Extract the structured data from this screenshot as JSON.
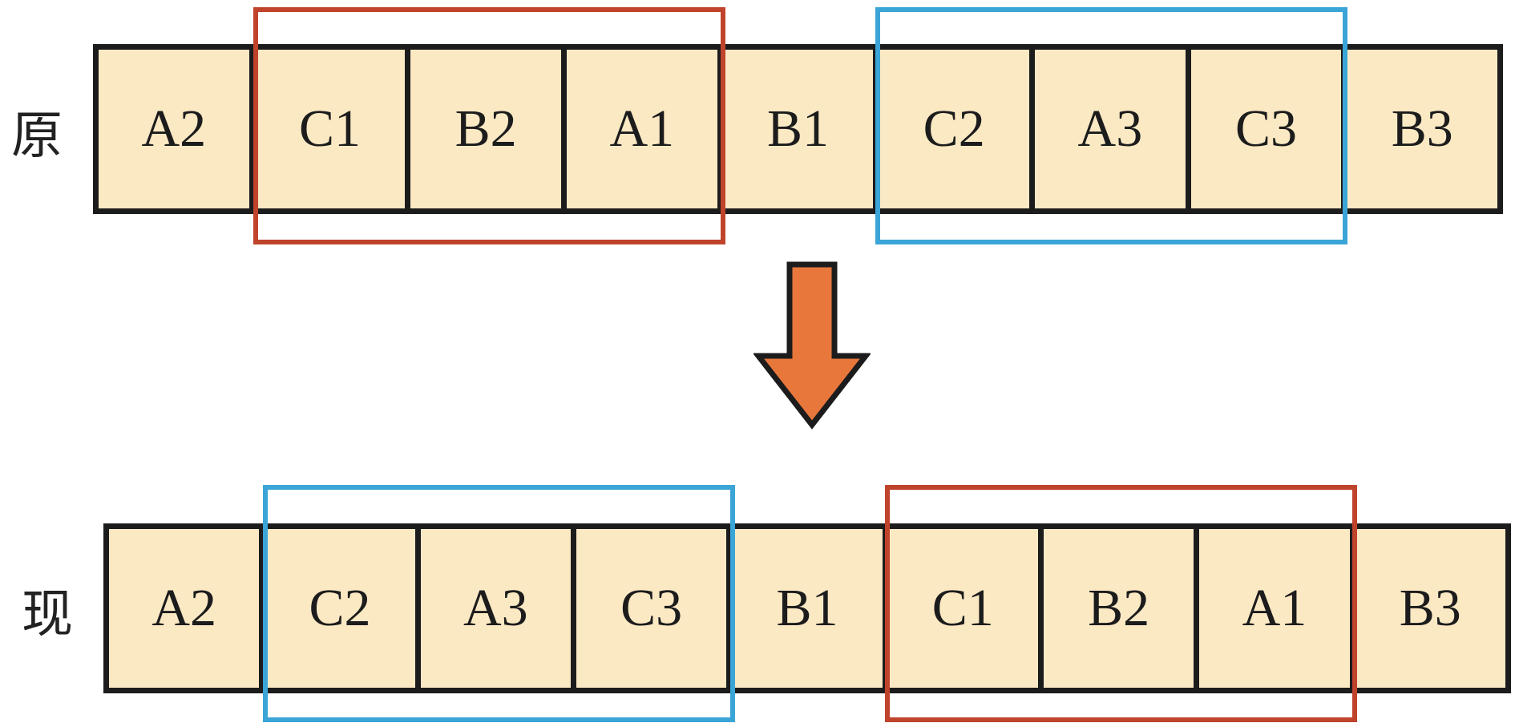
{
  "labels": {
    "top": "原",
    "bottom": "现"
  },
  "top_row": [
    "A2",
    "C1",
    "B2",
    "A1",
    "B1",
    "C2",
    "A3",
    "C3",
    "B3"
  ],
  "bottom_row": [
    "A2",
    "C2",
    "A3",
    "C3",
    "B1",
    "C1",
    "B2",
    "A1",
    "B3"
  ],
  "colors": {
    "cell_fill": "#fbe9c4",
    "cell_border": "#1c1c1c",
    "group_red": "#c0432b",
    "group_blue": "#3aa5d6",
    "arrow_fill": "#e8773c"
  },
  "groups": {
    "top": [
      {
        "color": "red",
        "cells": [
          "C1",
          "B2",
          "A1"
        ]
      },
      {
        "color": "blue",
        "cells": [
          "C2",
          "A3",
          "C3"
        ]
      }
    ],
    "bottom": [
      {
        "color": "blue",
        "cells": [
          "C2",
          "A3",
          "C3"
        ]
      },
      {
        "color": "red",
        "cells": [
          "C1",
          "B2",
          "A1"
        ]
      }
    ]
  }
}
